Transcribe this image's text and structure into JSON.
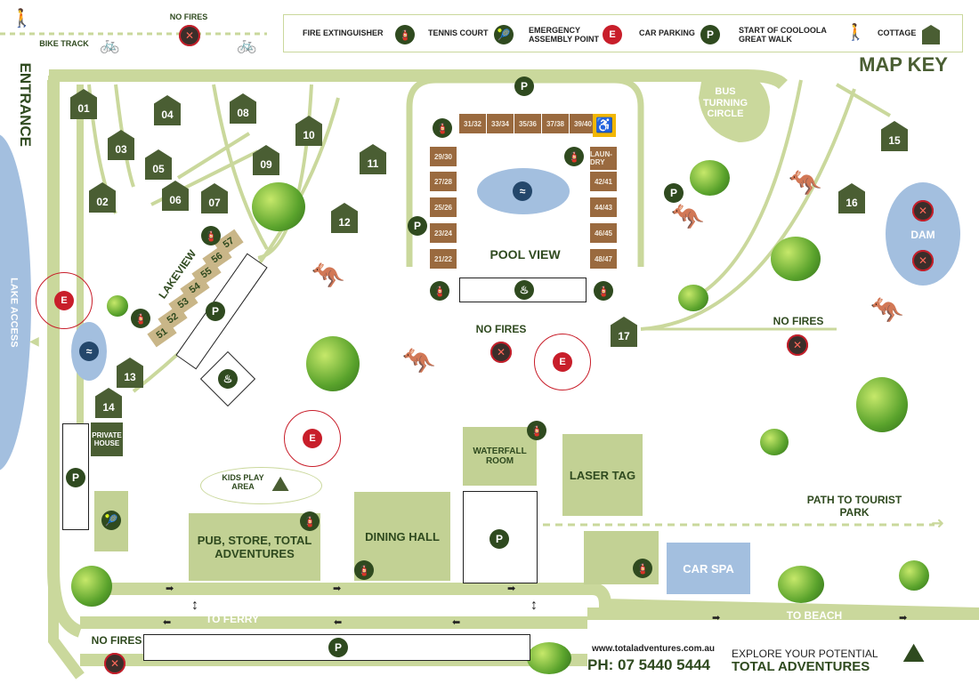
{
  "key": {
    "title": "MAP KEY",
    "items": [
      {
        "label": "FIRE EXTINGUISHER",
        "icon": "fire-extinguisher-icon"
      },
      {
        "label": "TENNIS COURT",
        "icon": "tennis-racket-icon"
      },
      {
        "label": "EMERGENCY ASSEMBLY POINT",
        "icon": "emergency-e-icon"
      },
      {
        "label": "CAR PARKING",
        "icon": "parking-icon"
      },
      {
        "label": "START OF COOLOOLA GREAT WALK",
        "icon": "walker-icon"
      },
      {
        "label": "COTTAGE",
        "icon": "cottage-icon"
      }
    ]
  },
  "labels": {
    "no_fires": "NO FIRES",
    "bike_track": "BIKE TRACK",
    "entrance": "ENTRANCE",
    "lake_access": "LAKE ACCESS",
    "bus_turning_circle": "BUS TURNING CIRCLE",
    "pool_view": "POOL VIEW",
    "laundry": "LAUN-DRY",
    "lakeview": "LAKEVIEW",
    "dam": "DAM",
    "private_house": "PRIVATE HOUSE",
    "kids_play_area": "KIDS PLAY AREA",
    "waterfall_room": "WATERFALL ROOM",
    "laser_tag": "LASER TAG",
    "path_to_tourist_park": "PATH TO TOURIST PARK",
    "pub_store": "PUB, STORE, TOTAL ADVENTURES",
    "dining_hall": "DINING HALL",
    "car_spa": "CAR SPA",
    "to_ferry": "TO FERRY",
    "to_beach": "TO BEACH",
    "parking": "P",
    "emergency": "E"
  },
  "cabins": [
    "01",
    "02",
    "03",
    "04",
    "05",
    "06",
    "07",
    "08",
    "09",
    "10",
    "11",
    "12",
    "13",
    "14",
    "15",
    "16",
    "17"
  ],
  "lakeview_sites": [
    "51",
    "52",
    "53",
    "54",
    "55",
    "56",
    "57"
  ],
  "pool_top_sites": [
    "31/32",
    "33/34",
    "35/36",
    "37/38",
    "39/40"
  ],
  "pool_left_sites": [
    "29/30",
    "27/28",
    "25/26",
    "23/24",
    "21/22"
  ],
  "pool_right_sites": [
    "42/41",
    "44/43",
    "46/45",
    "48/47"
  ],
  "footer": {
    "website": "www.totaladventures.com.au",
    "phone": "PH: 07 5440 5444",
    "tagline": "EXPLORE YOUR POTENTIAL",
    "brand": "TOTAL ADVENTURES"
  },
  "colors": {
    "road": "#cad89c",
    "cabin": "#4a5e33",
    "water": "#a3bfdf",
    "site": "#9a6a3f",
    "emergency": "#c81e2a",
    "text": "#2f4a1f"
  }
}
